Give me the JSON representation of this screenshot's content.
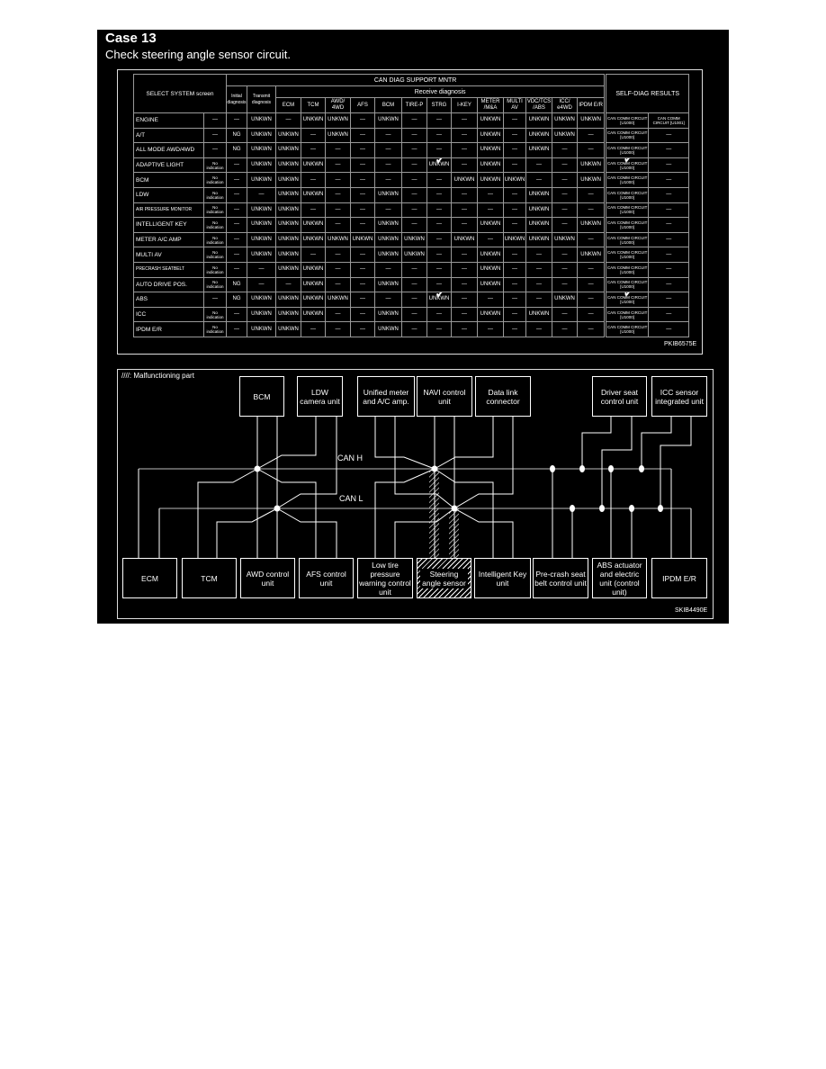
{
  "title": "Case 13",
  "subtitle": "Check steering angle sensor circuit.",
  "table": {
    "header_group": "CAN DIAG SUPPORT MNTR",
    "receive_group": "Receive diagnosis",
    "select_system": "SELECT SYSTEM screen",
    "initial": "Initial diagnosis",
    "transmit": "Transmit diagnosis",
    "receive_columns": [
      "ECM",
      "TCM",
      "AWD/ 4WD",
      "AFS",
      "BCM",
      "TIRE-P",
      "STRG",
      "I-KEY",
      "METER /M&A",
      "MULTI AV",
      "VDC/TCS /ABS",
      "ICC/ e4WD",
      "IPDM E/R"
    ],
    "self_diag": "SELF-DIAG RESULTS",
    "code": "PKIB6575E",
    "rows": [
      {
        "system": "ENGINE",
        "values": [
          "—",
          "—",
          "UNKWN",
          "—",
          "UNKWN",
          "UNKWN",
          "—",
          "UNKWN",
          "—",
          "—",
          "—",
          "UNKWN",
          "—",
          "UNKWN",
          "UNKWN",
          "UNKWN"
        ],
        "self": [
          "CAN COMM CIRCUIT [U1000]",
          "CAN COMM CIRCUIT [U1001]"
        ]
      },
      {
        "system": "A/T",
        "values": [
          "—",
          "NG",
          "UNKWN",
          "UNKWN",
          "—",
          "UNKWN",
          "—",
          "—",
          "—",
          "—",
          "—",
          "UNKWN",
          "—",
          "UNKWN",
          "UNKWN",
          "—"
        ],
        "self": [
          "CAN COMM CIRCUIT [U1000]",
          "—"
        ]
      },
      {
        "system": "ALL MODE AWD/4WD",
        "values": [
          "—",
          "NG",
          "UNKWN",
          "UNKWN",
          "—",
          "—",
          "—",
          "—",
          "—",
          "—",
          "—",
          "UNKWN",
          "—",
          "UNKWN",
          "—",
          "—"
        ],
        "self": [
          "CAN COMM CIRCUIT [U1000]",
          "—"
        ]
      },
      {
        "system": "ADAPTIVE LIGHT",
        "values": [
          "No indication",
          "—",
          "UNKWN",
          "UNKWN",
          "UNKWN",
          "—",
          "—",
          "—",
          "—",
          "UNKWN",
          "—",
          "UNKWN",
          "—",
          "—",
          "—",
          "UNKWN"
        ],
        "self": [
          "CAN COMM CIRCUIT [U1000]",
          "—"
        ],
        "checked": [
          9,
          "self0"
        ]
      },
      {
        "system": "BCM",
        "values": [
          "No indication",
          "—",
          "UNKWN",
          "UNKWN",
          "—",
          "—",
          "—",
          "—",
          "—",
          "—",
          "UNKWN",
          "UNKWN",
          "UNKWN",
          "—",
          "—",
          "UNKWN"
        ],
        "self": [
          "CAN COMM CIRCUIT [U1000]",
          "—"
        ]
      },
      {
        "system": "LDW",
        "values": [
          "No indication",
          "—",
          "—",
          "UNKWN",
          "UNKWN",
          "—",
          "—",
          "UNKWN",
          "—",
          "—",
          "—",
          "—",
          "—",
          "UNKWN",
          "—",
          "—"
        ],
        "self": [
          "CAN COMM CIRCUIT [U1000]",
          "—"
        ]
      },
      {
        "system": "AIR PRESSURE MONITOR",
        "values": [
          "No indication",
          "—",
          "UNKWN",
          "UNKWN",
          "—",
          "—",
          "—",
          "—",
          "—",
          "—",
          "—",
          "—",
          "—",
          "UNKWN",
          "—",
          "—"
        ],
        "self": [
          "CAN COMM CIRCUIT [U1000]",
          "—"
        ]
      },
      {
        "system": "INTELLIGENT KEY",
        "values": [
          "No indication",
          "—",
          "UNKWN",
          "UNKWN",
          "UNKWN",
          "—",
          "—",
          "UNKWN",
          "—",
          "—",
          "—",
          "UNKWN",
          "—",
          "UNKWN",
          "—",
          "UNKWN"
        ],
        "self": [
          "CAN COMM CIRCUIT [U1000]",
          "—"
        ]
      },
      {
        "system": "METER A/C AMP",
        "values": [
          "No indication",
          "—",
          "UNKWN",
          "UNKWN",
          "UNKWN",
          "UNKWN",
          "UNKWN",
          "UNKWN",
          "UNKWN",
          "—",
          "UNKWN",
          "—",
          "UNKWN",
          "UNKWN",
          "UNKWN",
          "—"
        ],
        "self": [
          "CAN COMM CIRCUIT [U1000]",
          "—"
        ]
      },
      {
        "system": "MULTI AV",
        "values": [
          "No indication",
          "—",
          "UNKWN",
          "UNKWN",
          "—",
          "—",
          "—",
          "UNKWN",
          "UNKWN",
          "—",
          "—",
          "UNKWN",
          "—",
          "—",
          "—",
          "UNKWN"
        ],
        "self": [
          "CAN COMM CIRCUIT [U1000]",
          "—"
        ]
      },
      {
        "system": "PRECRASH SEATBELT",
        "values": [
          "No indication",
          "—",
          "—",
          "UNKWN",
          "UNKWN",
          "—",
          "—",
          "—",
          "—",
          "—",
          "—",
          "UNKWN",
          "—",
          "—",
          "—",
          "—"
        ],
        "self": [
          "CAN COMM CIRCUIT [U1000]",
          "—"
        ]
      },
      {
        "system": "AUTO DRIVE POS.",
        "values": [
          "No indication",
          "NG",
          "—",
          "—",
          "UNKWN",
          "—",
          "—",
          "UNKWN",
          "—",
          "—",
          "—",
          "UNKWN",
          "—",
          "—",
          "—",
          "—"
        ],
        "self": [
          "CAN COMM CIRCUIT [U1000]",
          "—"
        ]
      },
      {
        "system": "ABS",
        "values": [
          "—",
          "NG",
          "UNKWN",
          "UNKWN",
          "UNKWN",
          "UNKWN",
          "—",
          "—",
          "—",
          "UNKWN",
          "—",
          "—",
          "—",
          "—",
          "UNKWN",
          "—"
        ],
        "self": [
          "CAN COMM CIRCUIT [U1000]",
          "—"
        ],
        "checked": [
          9,
          "self0"
        ]
      },
      {
        "system": "ICC",
        "values": [
          "No indication",
          "—",
          "UNKWN",
          "UNKWN",
          "UNKWN",
          "—",
          "—",
          "UNKWN",
          "—",
          "—",
          "—",
          "UNKWN",
          "—",
          "UNKWN",
          "—",
          "—"
        ],
        "self": [
          "CAN COMM CIRCUIT [U1000]",
          "—"
        ]
      },
      {
        "system": "IPDM E/R",
        "values": [
          "No indication",
          "—",
          "UNKWN",
          "UNKWN",
          "—",
          "—",
          "—",
          "UNKWN",
          "—",
          "—",
          "—",
          "—",
          "—",
          "—",
          "—",
          "—"
        ],
        "self": [
          "CAN COMM CIRCUIT [U1000]",
          "—"
        ]
      }
    ]
  },
  "diagram": {
    "legend": "////: Malfunctioning part",
    "can_h": "CAN H",
    "can_l": "CAN L",
    "code": "SKIB4490E",
    "top_units": [
      "BCM",
      "LDW camera unit",
      "Unified meter and A/C amp.",
      "NAVI control unit",
      "Data link connector",
      "Driver seat control unit",
      "ICC sensor integrated unit"
    ],
    "bottom_units": [
      "ECM",
      "TCM",
      "AWD control unit",
      "AFS control unit",
      "Low tire pressure warning control unit",
      "Steering angle sensor",
      "Intelligent Key unit",
      "Pre-crash seat belt control unit",
      "ABS actuator and electric unit (control unit)",
      "IPDM E/R"
    ],
    "malfunctioning": "Steering angle sensor"
  }
}
